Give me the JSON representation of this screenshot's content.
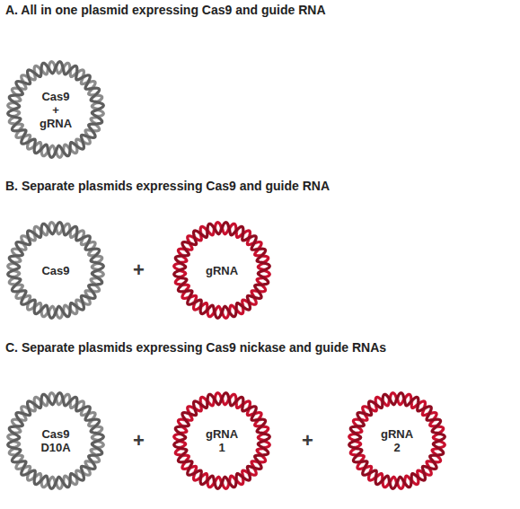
{
  "diagram": {
    "nodes": [
      {
        "text": [
          "Cas9 + gRNA"
        ]
      },
      {
        "text": [
          "Cas9"
        ]
      },
      {
        "text": [
          "gRNA"
        ]
      },
      {
        "text": [
          "Cas9 D10A"
        ]
      },
      {
        "text": [
          "gRNA 1"
        ]
      },
      {
        "text": [
          "gRNA 2"
        ]
      }
    ],
    "labels": [
      "A. All in one plasmid expressing Cas9 and guide RNA",
      "B. Separate plasmids expressing Cas9 and guide RNA",
      "+",
      "C. Separate plasmids expressing Cas9 nickase and guide RNAs",
      "+",
      "+"
    ]
  }
}
